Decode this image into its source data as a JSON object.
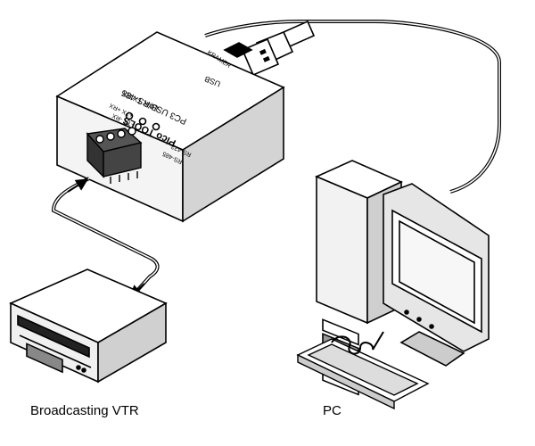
{
  "device": {
    "brand": "KRAMER",
    "model_line": "Pico TOOLS",
    "product": "PC3 USB/RS-485",
    "usb_port": "USB",
    "port_std_1": "RS-422",
    "port_std_2": "RS-485",
    "led_labels": "LINK TX RX",
    "pins_a": "+TX  +RX",
    "pins_b": "-TX  -RX"
  },
  "labels": {
    "vtr": "Broadcasting VTR",
    "pc": "PC"
  },
  "colors": {
    "line": "#000000",
    "background": "#ffffff"
  }
}
